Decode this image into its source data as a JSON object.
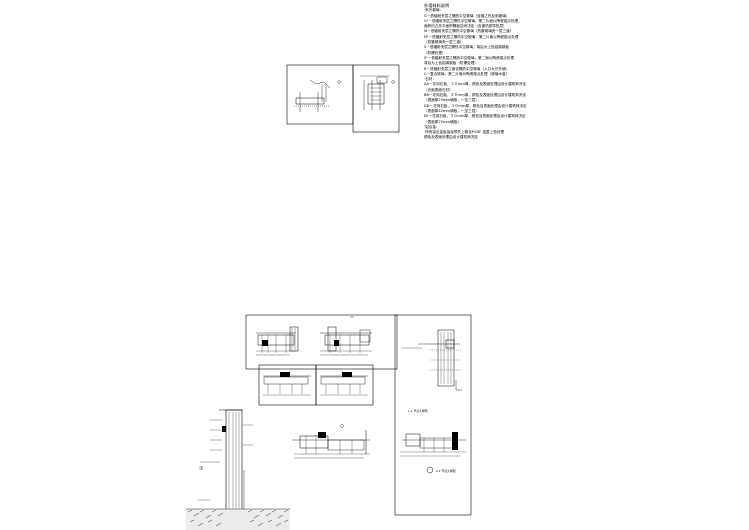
{
  "notes": {
    "heading": "外墙材料说明",
    "lines": [
      "·采光玻璃：",
      "G－低辐射夹层之隔热中空玻璃（含镀之热反射玻璃）",
      "G¹－低辐射夹层之隔热中空玻璃，第二片面以陶瓷熔点处理，",
      "   面积约占总平面积隔板空间决定（含镀热型导热层）",
      "M－低辐射夹层之隔热中空玻璃（热管玻璃夹一层三道）",
      "M¹－低辐射夹层之隔热中空玻璃，第二片面以陶瓷熔点处理",
      "   （热管玻璃夹一层三道）",
      "S－低辐射夹层之隔热中空玻璃，背后为上色铝钢钢板",
      "   （防爆处理）",
      "S¹－低辐射夹层之隔热中空玻璃，第二面以陶瓷熔点处理",
      "   背后为上色铝钢钢板（防爆处理）",
      "R－低辐射夹层之钢化隔热中空玻璃（入口大厅外墙）",
      "C－复合玻璃，第二片面为陶瓷熔点处理（玻璃木窗）",
      "·石材：",
      "AA－花岗石板，３０ｍｍ厚，颜色及表面处理由设计建筑师决定",
      "   （光面表面石材）",
      "BB－花岗石板，３０ｍｍ厚，颜色及表面处理由设计建筑师决定",
      "   （表面厚70ｍｍ铺板，一至三层）",
      "DD－花岗石板，３０ｍｍ厚，颜色及表面处理由设计建筑师决定",
      "   （表面厚42ｍｍ铺板，一至三层）",
      "EE－花岗石板，３０ｍｍ厚，颜色及表面处理由设计建筑师决定",
      "   （表面厚70ｍｍ铺板）",
      "·铝合金：",
      "·所有铝合金板皆经预先上粗化PVDF 金属上色处理",
      "   颜色及表面处理由设计建筑师决定"
    ]
  },
  "labels": {
    "ground_marker": "①",
    "detail_caption_1": "1-1 节点大样图",
    "detail_caption_2": "2-2 节点大样图"
  }
}
